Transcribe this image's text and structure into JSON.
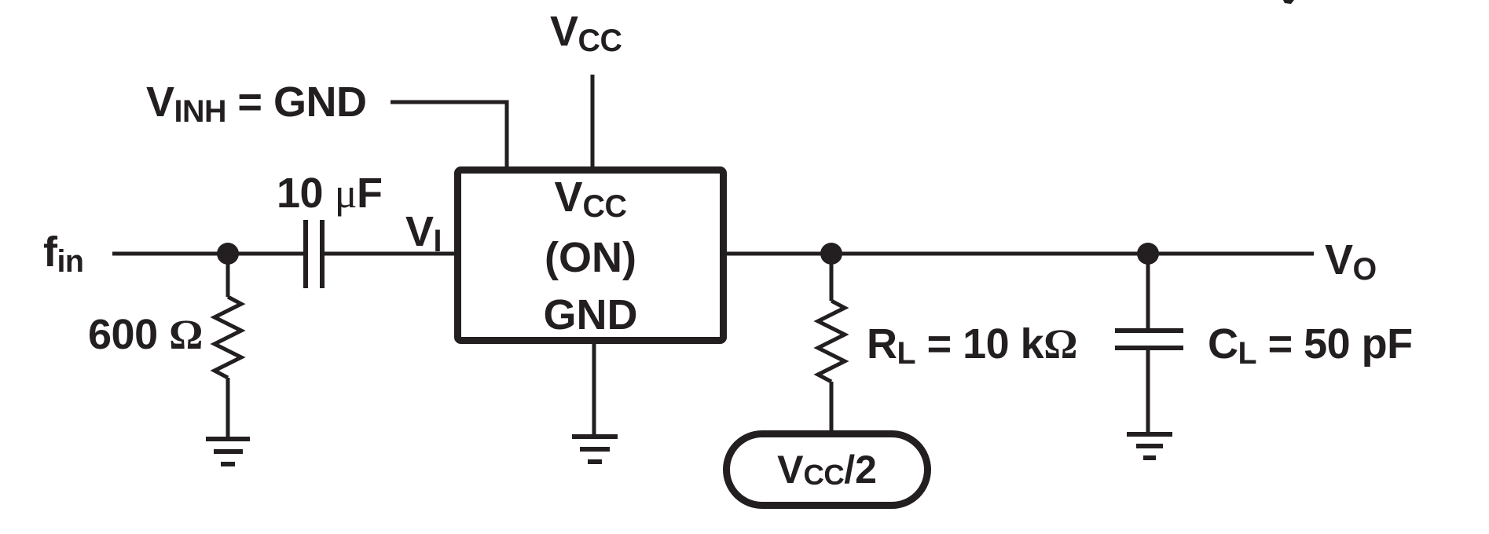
{
  "colors": {
    "ink": "#231f20",
    "paper": "#ffffff"
  },
  "labels": {
    "input_signal": {
      "main": "f",
      "sub": "in"
    },
    "source_resistor": {
      "value": "600 ",
      "unit": "Ω"
    },
    "coupling_capacitor": {
      "value": "10 ",
      "mu": "μ",
      "unit": "F"
    },
    "inhibit_input": {
      "main": "V",
      "sub": "INH",
      "rest": " = GND"
    },
    "supply": {
      "main": "V",
      "sub": "CC"
    },
    "switch_input": {
      "main": "V",
      "sub": "I"
    },
    "device_box": {
      "line1_main": "V",
      "line1_sub": "CC",
      "line2": "(ON)",
      "line3": "GND"
    },
    "load_resistor": {
      "main": "R",
      "sub": "L",
      "rest": " = 10 k",
      "unit": "Ω"
    },
    "load_capacitor": {
      "main": "C",
      "sub": "L",
      "rest": " = 50 pF"
    },
    "output_signal": {
      "main": "V",
      "sub": "O"
    },
    "bias_source": {
      "main": "V",
      "sub": "CC",
      "rest": "/2"
    }
  }
}
